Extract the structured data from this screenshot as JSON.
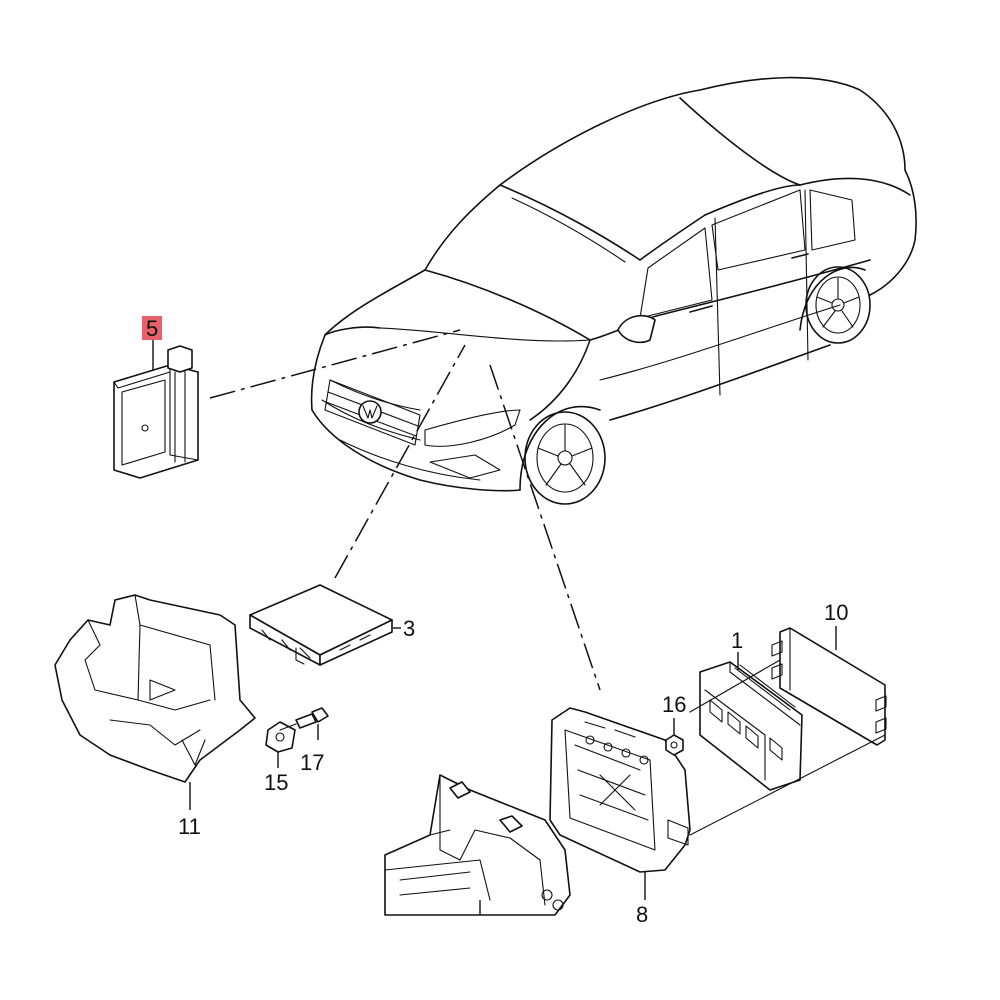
{
  "callouts": {
    "c1": "1",
    "c3": "3",
    "c5": "5",
    "c8": "8",
    "c10": "10",
    "c11": "11",
    "c15": "15",
    "c16": "16",
    "c17": "17"
  },
  "highlight": {
    "part": "5",
    "color": "#e8606a"
  }
}
